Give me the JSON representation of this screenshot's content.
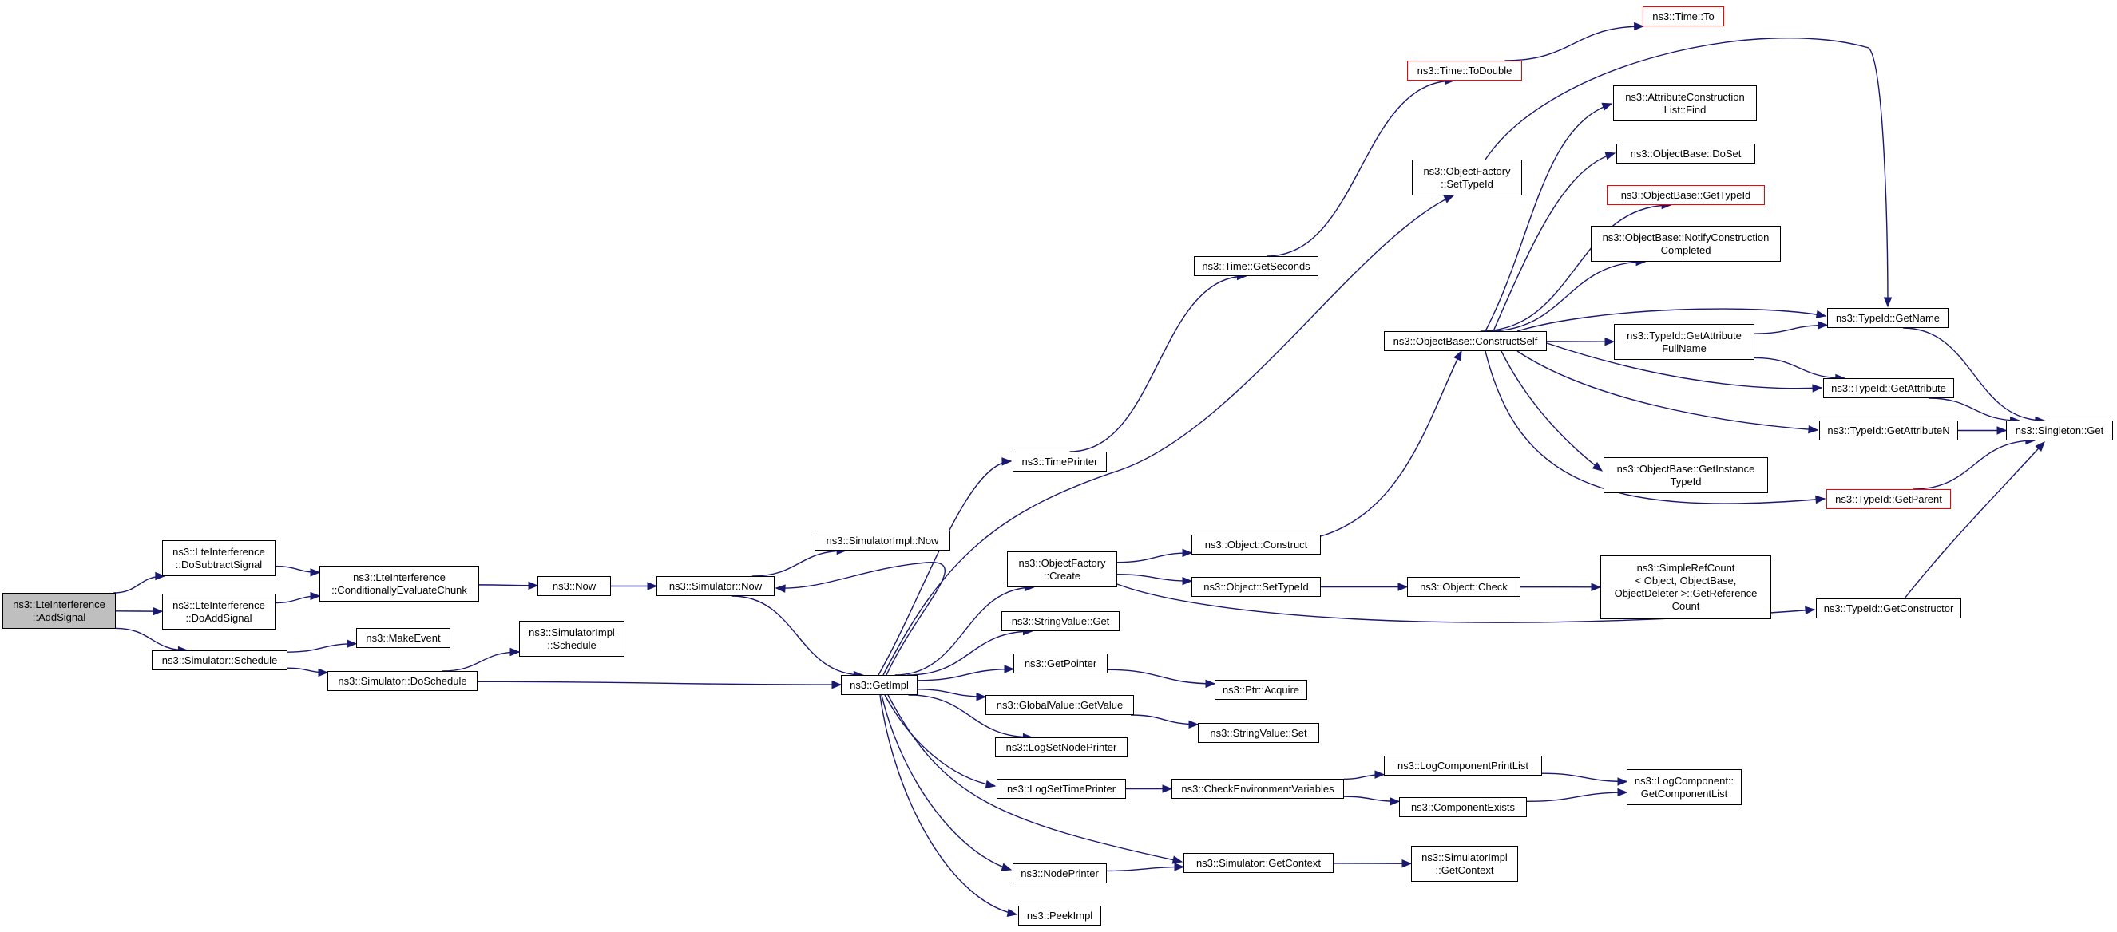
{
  "nodes": [
    {
      "id": "root",
      "lines": [
        "ns3::LteInterference",
        "::AddSignal"
      ],
      "style": "root"
    },
    {
      "id": "dosub",
      "lines": [
        "ns3::LteInterference",
        "::DoSubtractSignal"
      ]
    },
    {
      "id": "doadd",
      "lines": [
        "ns3::LteInterference",
        "::DoAddSignal"
      ]
    },
    {
      "id": "sched",
      "lines": [
        "ns3::Simulator::Schedule"
      ]
    },
    {
      "id": "condeval",
      "lines": [
        "ns3::LteInterference",
        "::ConditionallyEvaluateChunk"
      ]
    },
    {
      "id": "makeevent",
      "lines": [
        "ns3::MakeEvent"
      ]
    },
    {
      "id": "dosched",
      "lines": [
        "ns3::Simulator::DoSchedule"
      ]
    },
    {
      "id": "simimplsched",
      "lines": [
        "ns3::SimulatorImpl",
        "::Schedule"
      ]
    },
    {
      "id": "now",
      "lines": [
        "ns3::Now"
      ]
    },
    {
      "id": "simnow",
      "lines": [
        "ns3::Simulator::Now"
      ]
    },
    {
      "id": "simimplnow",
      "lines": [
        "ns3::SimulatorImpl::Now"
      ]
    },
    {
      "id": "getimpl",
      "lines": [
        "ns3::GetImpl"
      ]
    },
    {
      "id": "timeprinter",
      "lines": [
        "ns3::TimePrinter"
      ]
    },
    {
      "id": "objfactcreate",
      "lines": [
        "ns3::ObjectFactory",
        "::Create"
      ]
    },
    {
      "id": "strvalget",
      "lines": [
        "ns3::StringValue::Get"
      ]
    },
    {
      "id": "getpointer",
      "lines": [
        "ns3::GetPointer"
      ]
    },
    {
      "id": "globalvalue",
      "lines": [
        "ns3::GlobalValue::GetValue"
      ]
    },
    {
      "id": "logsetnode",
      "lines": [
        "ns3::LogSetNodePrinter"
      ]
    },
    {
      "id": "logsettime",
      "lines": [
        "ns3::LogSetTimePrinter"
      ]
    },
    {
      "id": "nodeprinter",
      "lines": [
        "ns3::NodePrinter"
      ]
    },
    {
      "id": "peekimpl",
      "lines": [
        "ns3::PeekImpl"
      ]
    },
    {
      "id": "getseconds",
      "lines": [
        "ns3::Time::GetSeconds"
      ]
    },
    {
      "id": "todouble",
      "lines": [
        "ns3::Time::ToDouble"
      ],
      "style": "red"
    },
    {
      "id": "timeto",
      "lines": [
        "ns3::Time::To"
      ],
      "style": "red"
    },
    {
      "id": "objfactsettype",
      "lines": [
        "ns3::ObjectFactory",
        "::SetTypeId"
      ]
    },
    {
      "id": "objconstruct",
      "lines": [
        "ns3::Object::Construct"
      ]
    },
    {
      "id": "objsettype",
      "lines": [
        "ns3::Object::SetTypeId"
      ]
    },
    {
      "id": "ptracquire",
      "lines": [
        "ns3::Ptr::Acquire"
      ]
    },
    {
      "id": "strvalset",
      "lines": [
        "ns3::StringValue::Set"
      ]
    },
    {
      "id": "checkenv",
      "lines": [
        "ns3::CheckEnvironmentVariables"
      ]
    },
    {
      "id": "simgetctx",
      "lines": [
        "ns3::Simulator::GetContext"
      ]
    },
    {
      "id": "constructself",
      "lines": [
        "ns3::ObjectBase::ConstructSelf"
      ]
    },
    {
      "id": "objcheck",
      "lines": [
        "ns3::Object::Check"
      ]
    },
    {
      "id": "logcompprint",
      "lines": [
        "ns3::LogComponentPrintList"
      ]
    },
    {
      "id": "compexists",
      "lines": [
        "ns3::ComponentExists"
      ]
    },
    {
      "id": "simimplgetctx",
      "lines": [
        "ns3::SimulatorImpl",
        "::GetContext"
      ]
    },
    {
      "id": "attrconstr",
      "lines": [
        "ns3::AttributeConstruction",
        "List::Find"
      ]
    },
    {
      "id": "doset",
      "lines": [
        "ns3::ObjectBase::DoSet"
      ]
    },
    {
      "id": "obgettypeid",
      "lines": [
        "ns3::ObjectBase::GetTypeId"
      ],
      "style": "red"
    },
    {
      "id": "notifyconstr",
      "lines": [
        "ns3::ObjectBase::NotifyConstruction",
        "Completed"
      ]
    },
    {
      "id": "getattrfull",
      "lines": [
        "ns3::TypeId::GetAttribute",
        "FullName"
      ]
    },
    {
      "id": "getinstance",
      "lines": [
        "ns3::ObjectBase::GetInstance",
        "TypeId"
      ]
    },
    {
      "id": "simplerefcount",
      "lines": [
        "ns3::SimpleRefCount",
        "< Object, ObjectBase,",
        "ObjectDeleter >::GetReference",
        "Count"
      ]
    },
    {
      "id": "logcompget",
      "lines": [
        "ns3::LogComponent::",
        "GetComponentList"
      ]
    },
    {
      "id": "gettypename",
      "lines": [
        "ns3::TypeId::GetName"
      ]
    },
    {
      "id": "getattribute",
      "lines": [
        "ns3::TypeId::GetAttribute"
      ]
    },
    {
      "id": "getattributen",
      "lines": [
        "ns3::TypeId::GetAttributeN"
      ]
    },
    {
      "id": "getparent",
      "lines": [
        "ns3::TypeId::GetParent"
      ],
      "style": "red"
    },
    {
      "id": "getconstructor",
      "lines": [
        "ns3::TypeId::GetConstructor"
      ]
    },
    {
      "id": "singletonget",
      "lines": [
        "ns3::Singleton::Get"
      ]
    }
  ]
}
